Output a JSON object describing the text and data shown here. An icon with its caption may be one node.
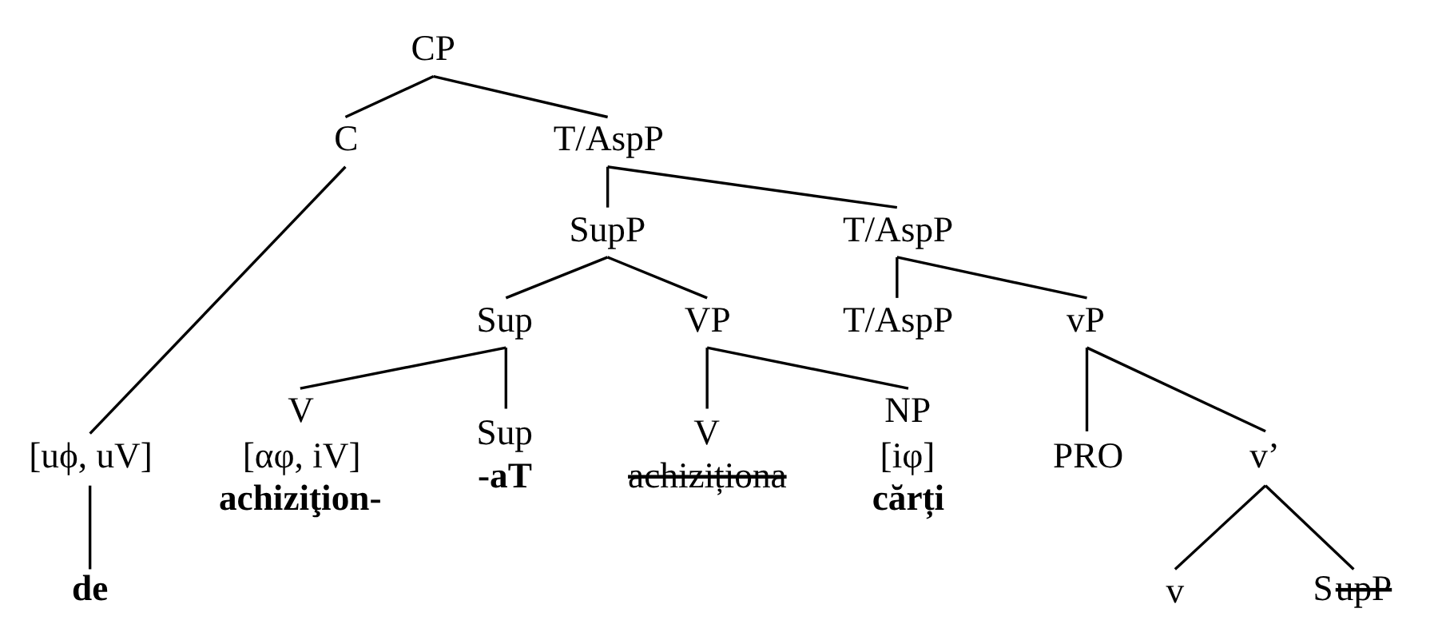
{
  "diagram": {
    "nodes": [
      {
        "text": [
          "CP"
        ]
      },
      {
        "text": [
          "C"
        ]
      },
      {
        "text": [
          "T/AspP"
        ]
      },
      {
        "text": [
          "[uϕ, uV]"
        ]
      },
      {
        "text": [
          "de"
        ]
      },
      {
        "text": [
          "SupP"
        ]
      },
      {
        "text": [
          "T/AspP"
        ]
      },
      {
        "text": [
          "Sup"
        ]
      },
      {
        "text": [
          "VP"
        ]
      },
      {
        "text": [
          "T/AspP"
        ]
      },
      {
        "text": [
          "vP"
        ]
      },
      {
        "text": [
          "V",
          "[αφ, iV]",
          "achiziţion-"
        ]
      },
      {
        "text": [
          "Sup",
          "-aT"
        ]
      },
      {
        "text": [
          "V",
          "achiziționa"
        ]
      },
      {
        "text": [
          "NP",
          "[iφ]",
          "cărți"
        ]
      },
      {
        "text": [
          "PRO"
        ]
      },
      {
        "text": [
          "v’"
        ]
      },
      {
        "text": [
          "v"
        ]
      },
      {
        "text": [
          "SupP"
        ]
      }
    ],
    "edges": [
      {
        "from": 0,
        "to": 1,
        "arrow": "none"
      },
      {
        "from": 0,
        "to": 2,
        "arrow": "none"
      },
      {
        "from": 1,
        "to": 3,
        "arrow": "none"
      },
      {
        "from": 3,
        "to": 4,
        "arrow": "none"
      },
      {
        "from": 2,
        "to": 5,
        "arrow": "none"
      },
      {
        "from": 2,
        "to": 6,
        "arrow": "none"
      },
      {
        "from": 5,
        "to": 7,
        "arrow": "none"
      },
      {
        "from": 5,
        "to": 8,
        "arrow": "none"
      },
      {
        "from": 6,
        "to": 9,
        "arrow": "none"
      },
      {
        "from": 6,
        "to": 10,
        "arrow": "none"
      },
      {
        "from": 7,
        "to": 11,
        "arrow": "none"
      },
      {
        "from": 7,
        "to": 12,
        "arrow": "none"
      },
      {
        "from": 8,
        "to": 13,
        "arrow": "none"
      },
      {
        "from": 8,
        "to": 14,
        "arrow": "none"
      },
      {
        "from": 10,
        "to": 15,
        "arrow": "none"
      },
      {
        "from": 10,
        "to": 16,
        "arrow": "none"
      },
      {
        "from": 16,
        "to": 17,
        "arrow": "none"
      },
      {
        "from": 16,
        "to": 18,
        "arrow": "none"
      }
    ]
  }
}
